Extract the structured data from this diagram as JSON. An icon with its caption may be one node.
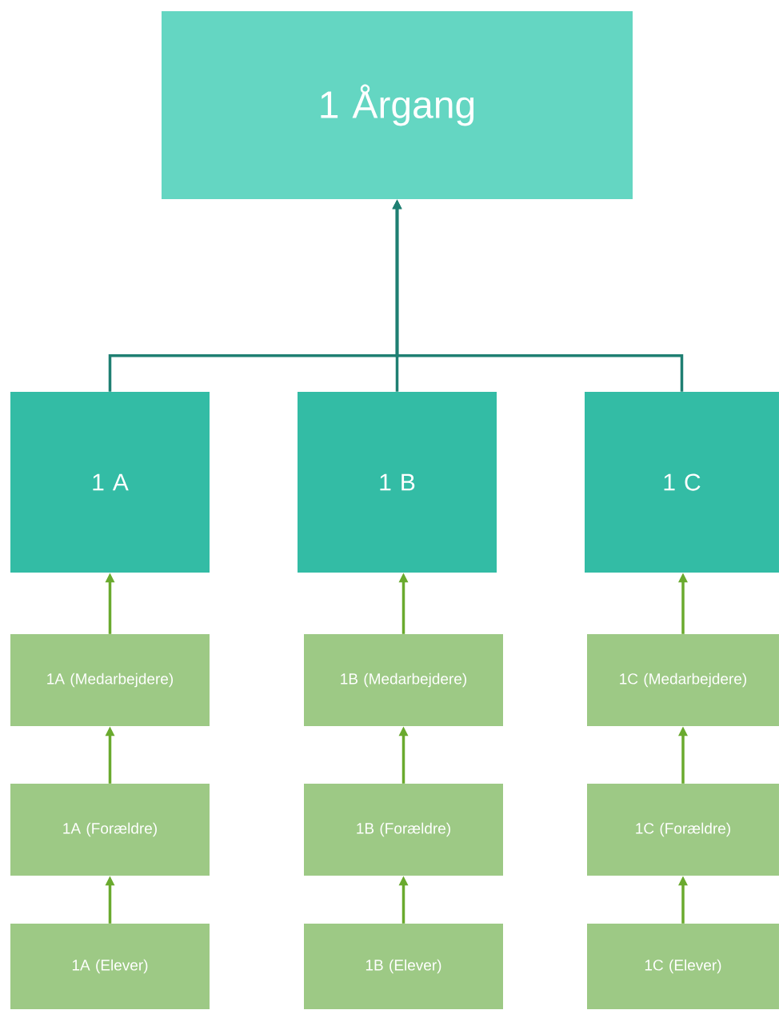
{
  "diagram": {
    "nodes": [
      {
        "text": [
          "1 Årgang"
        ]
      },
      {
        "text": [
          "1 A"
        ]
      },
      {
        "text": [
          "1 B"
        ]
      },
      {
        "text": [
          "1 C"
        ]
      },
      {
        "text": [
          "1A (Medarbejdere)"
        ]
      },
      {
        "text": [
          "1B (Medarbejdere)"
        ]
      },
      {
        "text": [
          "1C (Medarbejdere)"
        ]
      },
      {
        "text": [
          "1A (Forældre)"
        ]
      },
      {
        "text": [
          "1B (Forældre)"
        ]
      },
      {
        "text": [
          "1C (Forældre)"
        ]
      },
      {
        "text": [
          "1A (Elever)"
        ]
      },
      {
        "text": [
          "1B (Elever)"
        ]
      },
      {
        "text": [
          "1C (Elever)"
        ]
      }
    ],
    "edges": [
      {
        "from": 1,
        "to": 0,
        "arrow": "to"
      },
      {
        "from": 2,
        "to": 0,
        "arrow": "to"
      },
      {
        "from": 3,
        "to": 0,
        "arrow": "to"
      },
      {
        "from": 4,
        "to": 1,
        "arrow": "to",
        "color": "#6aaa2e"
      },
      {
        "from": 5,
        "to": 2,
        "arrow": "to",
        "color": "#6aaa2e"
      },
      {
        "from": 6,
        "to": 3,
        "arrow": "to",
        "color": "#6aaa2e"
      },
      {
        "from": 7,
        "to": 4,
        "arrow": "to",
        "color": "#6aaa2e"
      },
      {
        "from": 8,
        "to": 5,
        "arrow": "to",
        "color": "#6aaa2e"
      },
      {
        "from": 9,
        "to": 6,
        "arrow": "to",
        "color": "#6aaa2e"
      },
      {
        "from": 10,
        "to": 7,
        "arrow": "to",
        "color": "#6aaa2e"
      },
      {
        "from": 11,
        "to": 8,
        "arrow": "to",
        "color": "#6aaa2e"
      },
      {
        "from": 12,
        "to": 9,
        "arrow": "to",
        "color": "#6aaa2e"
      }
    ]
  }
}
